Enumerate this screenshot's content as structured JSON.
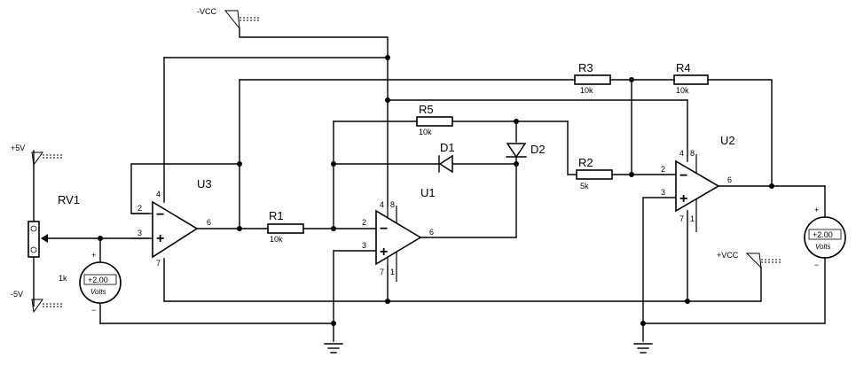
{
  "power": {
    "neg_vcc": "-VCC",
    "pos_vcc": "+VCC",
    "plus5": "+5V",
    "minus5": "-5V"
  },
  "opamps": {
    "u1": {
      "name": "U1",
      "pin_inv": "2",
      "pin_noninv": "3",
      "pin_out": "6",
      "pin_vtop1": "4",
      "pin_vtop2": "8",
      "pin_vbot1": "7",
      "pin_vbot2": "1"
    },
    "u2": {
      "name": "U2",
      "pin_inv": "2",
      "pin_noninv": "3",
      "pin_out": "6",
      "pin_vtop1": "4",
      "pin_vtop2": "8",
      "pin_vbot1": "7",
      "pin_vbot2": "1"
    },
    "u3": {
      "name": "U3",
      "pin_inv": "2",
      "pin_noninv": "3",
      "pin_out": "6",
      "pin_vtop": "4",
      "pin_vbot": "7"
    }
  },
  "resistors": {
    "r1": {
      "name": "R1",
      "value": "10k"
    },
    "r2": {
      "name": "R2",
      "value": "5k"
    },
    "r3": {
      "name": "R3",
      "value": "10k"
    },
    "r4": {
      "name": "R4",
      "value": "10k"
    },
    "r5": {
      "name": "R5",
      "value": "10k"
    }
  },
  "diodes": {
    "d1": {
      "name": "D1"
    },
    "d2": {
      "name": "D2"
    }
  },
  "pot": {
    "name": "RV1",
    "value": "1k"
  },
  "voltmeters": {
    "left": {
      "reading": "+2.00",
      "unit": "Volts",
      "plus": "+",
      "minus": "−"
    },
    "right": {
      "reading": "+2.00",
      "unit": "Volts",
      "plus": "+",
      "minus": "−"
    }
  },
  "opamp_signs": {
    "minus": "−",
    "plus": "+"
  }
}
